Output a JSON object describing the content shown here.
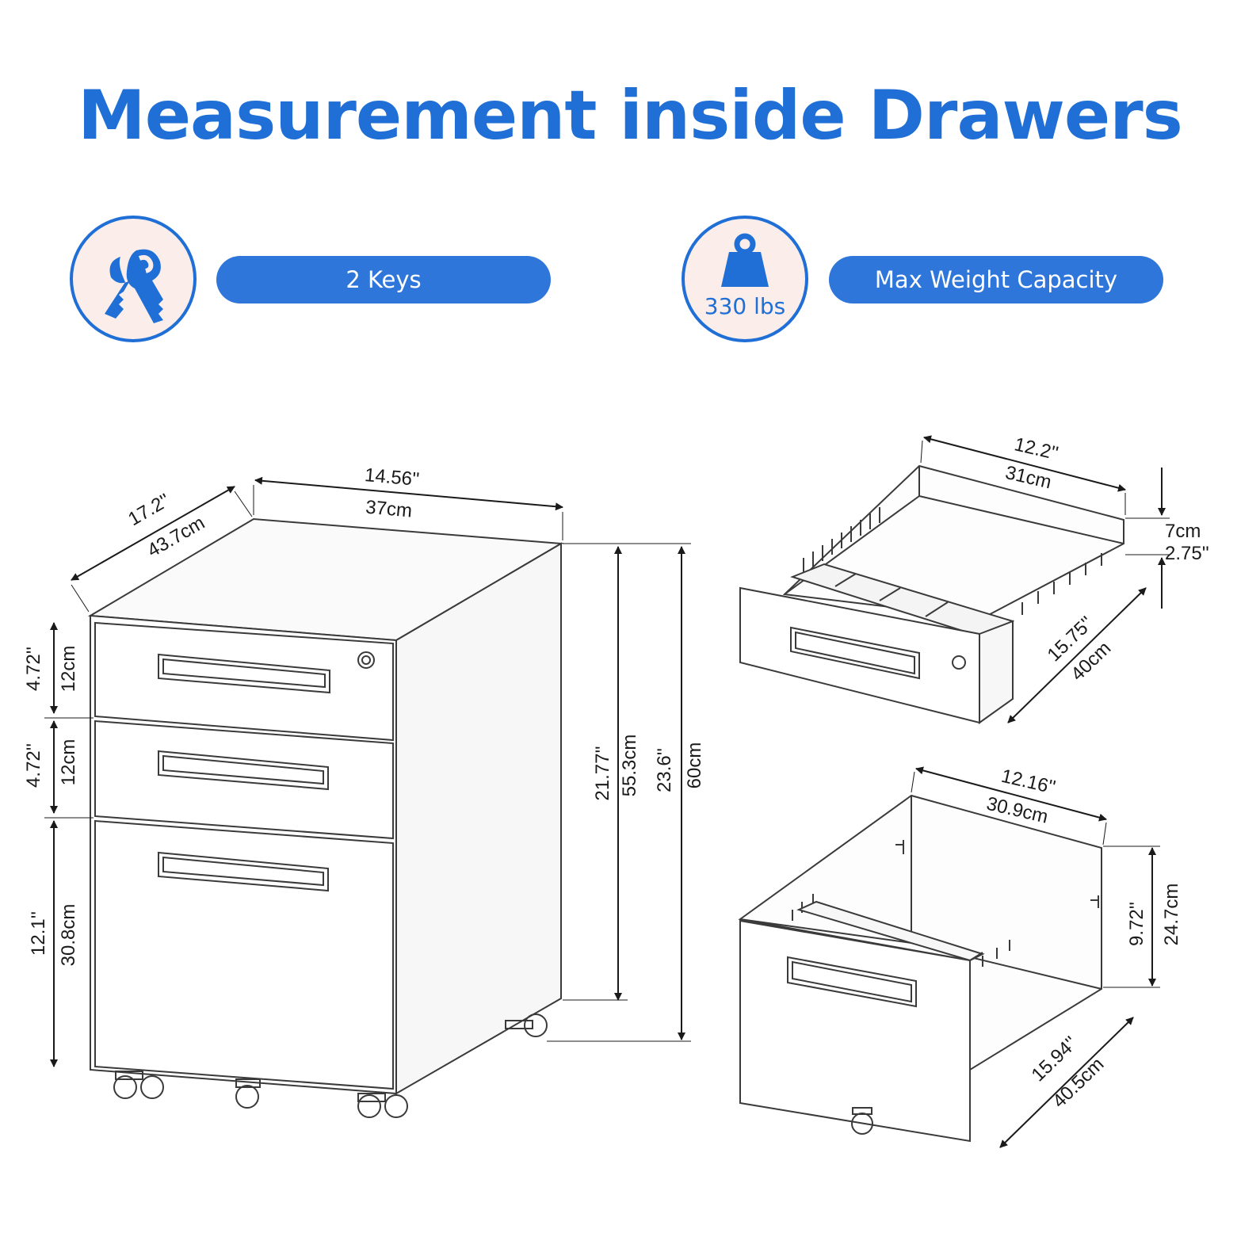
{
  "title": "Measurement inside Drawers",
  "features": {
    "keys_label": "2 Keys",
    "weight_value": "330 lbs",
    "weight_label": "Max Weight Capacity"
  },
  "colors": {
    "accent": "#1f6fd6",
    "pill": "#2f76db",
    "icon_bg": "#fbeeea"
  },
  "icons": [
    "keys-icon",
    "weight-icon"
  ],
  "cabinet": {
    "depth_in": "17.2''",
    "depth_cm": "43.7cm",
    "width_in": "14.56''",
    "width_cm": "37cm",
    "drawer1_in": "4.72''",
    "drawer1_cm": "12cm",
    "drawer2_in": "4.72''",
    "drawer2_cm": "12cm",
    "drawer3_in": "12.1''",
    "drawer3_cm": "30.8cm",
    "body_in": "21.77''",
    "body_cm": "55.3cm",
    "total_in": "23.6''",
    "total_cm": "60cm"
  },
  "small_drawer": {
    "width_in": "12.2''",
    "width_cm": "31cm",
    "height_cm": "7cm",
    "height_in": "2.75''",
    "depth_in": "15.75''",
    "depth_cm": "40cm"
  },
  "large_drawer": {
    "width_in": "12.16''",
    "width_cm": "30.9cm",
    "height_in": "9.72''",
    "height_cm": "24.7cm",
    "depth_in": "15.94''",
    "depth_cm": "40.5cm"
  }
}
